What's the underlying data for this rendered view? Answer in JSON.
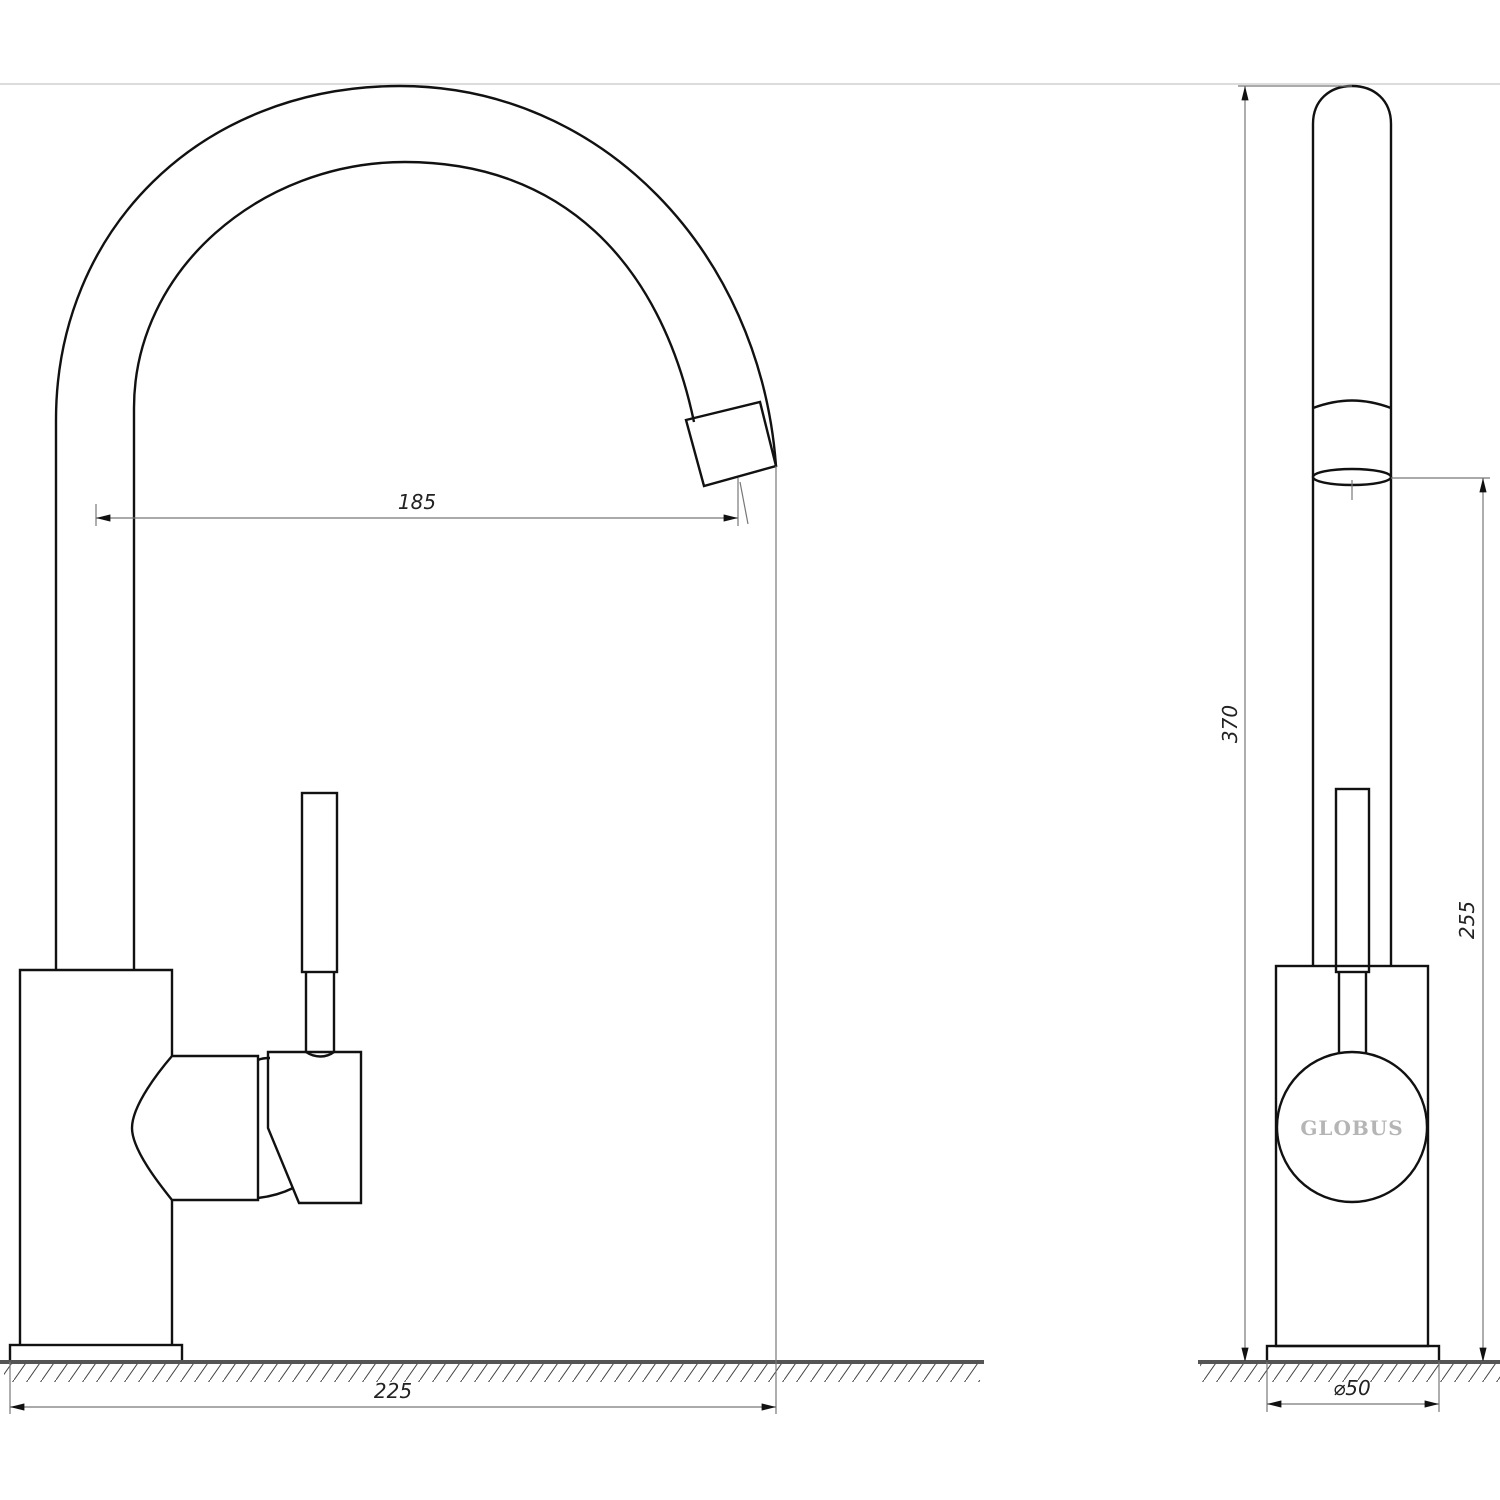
{
  "drawing": {
    "subject": "Kitchen faucet technical drawing",
    "views": [
      "side-view",
      "front-view"
    ],
    "brand_label": "GLOBUS"
  },
  "dimensions": {
    "spout_reach": "185",
    "overall_depth": "225",
    "overall_height": "370",
    "spout_outlet_height": "255",
    "base_diameter": "⌀50"
  },
  "colors": {
    "outline": "#111111",
    "dimension_line": "#777777",
    "brand_text": "#b5b5b5",
    "background": "#ffffff"
  }
}
